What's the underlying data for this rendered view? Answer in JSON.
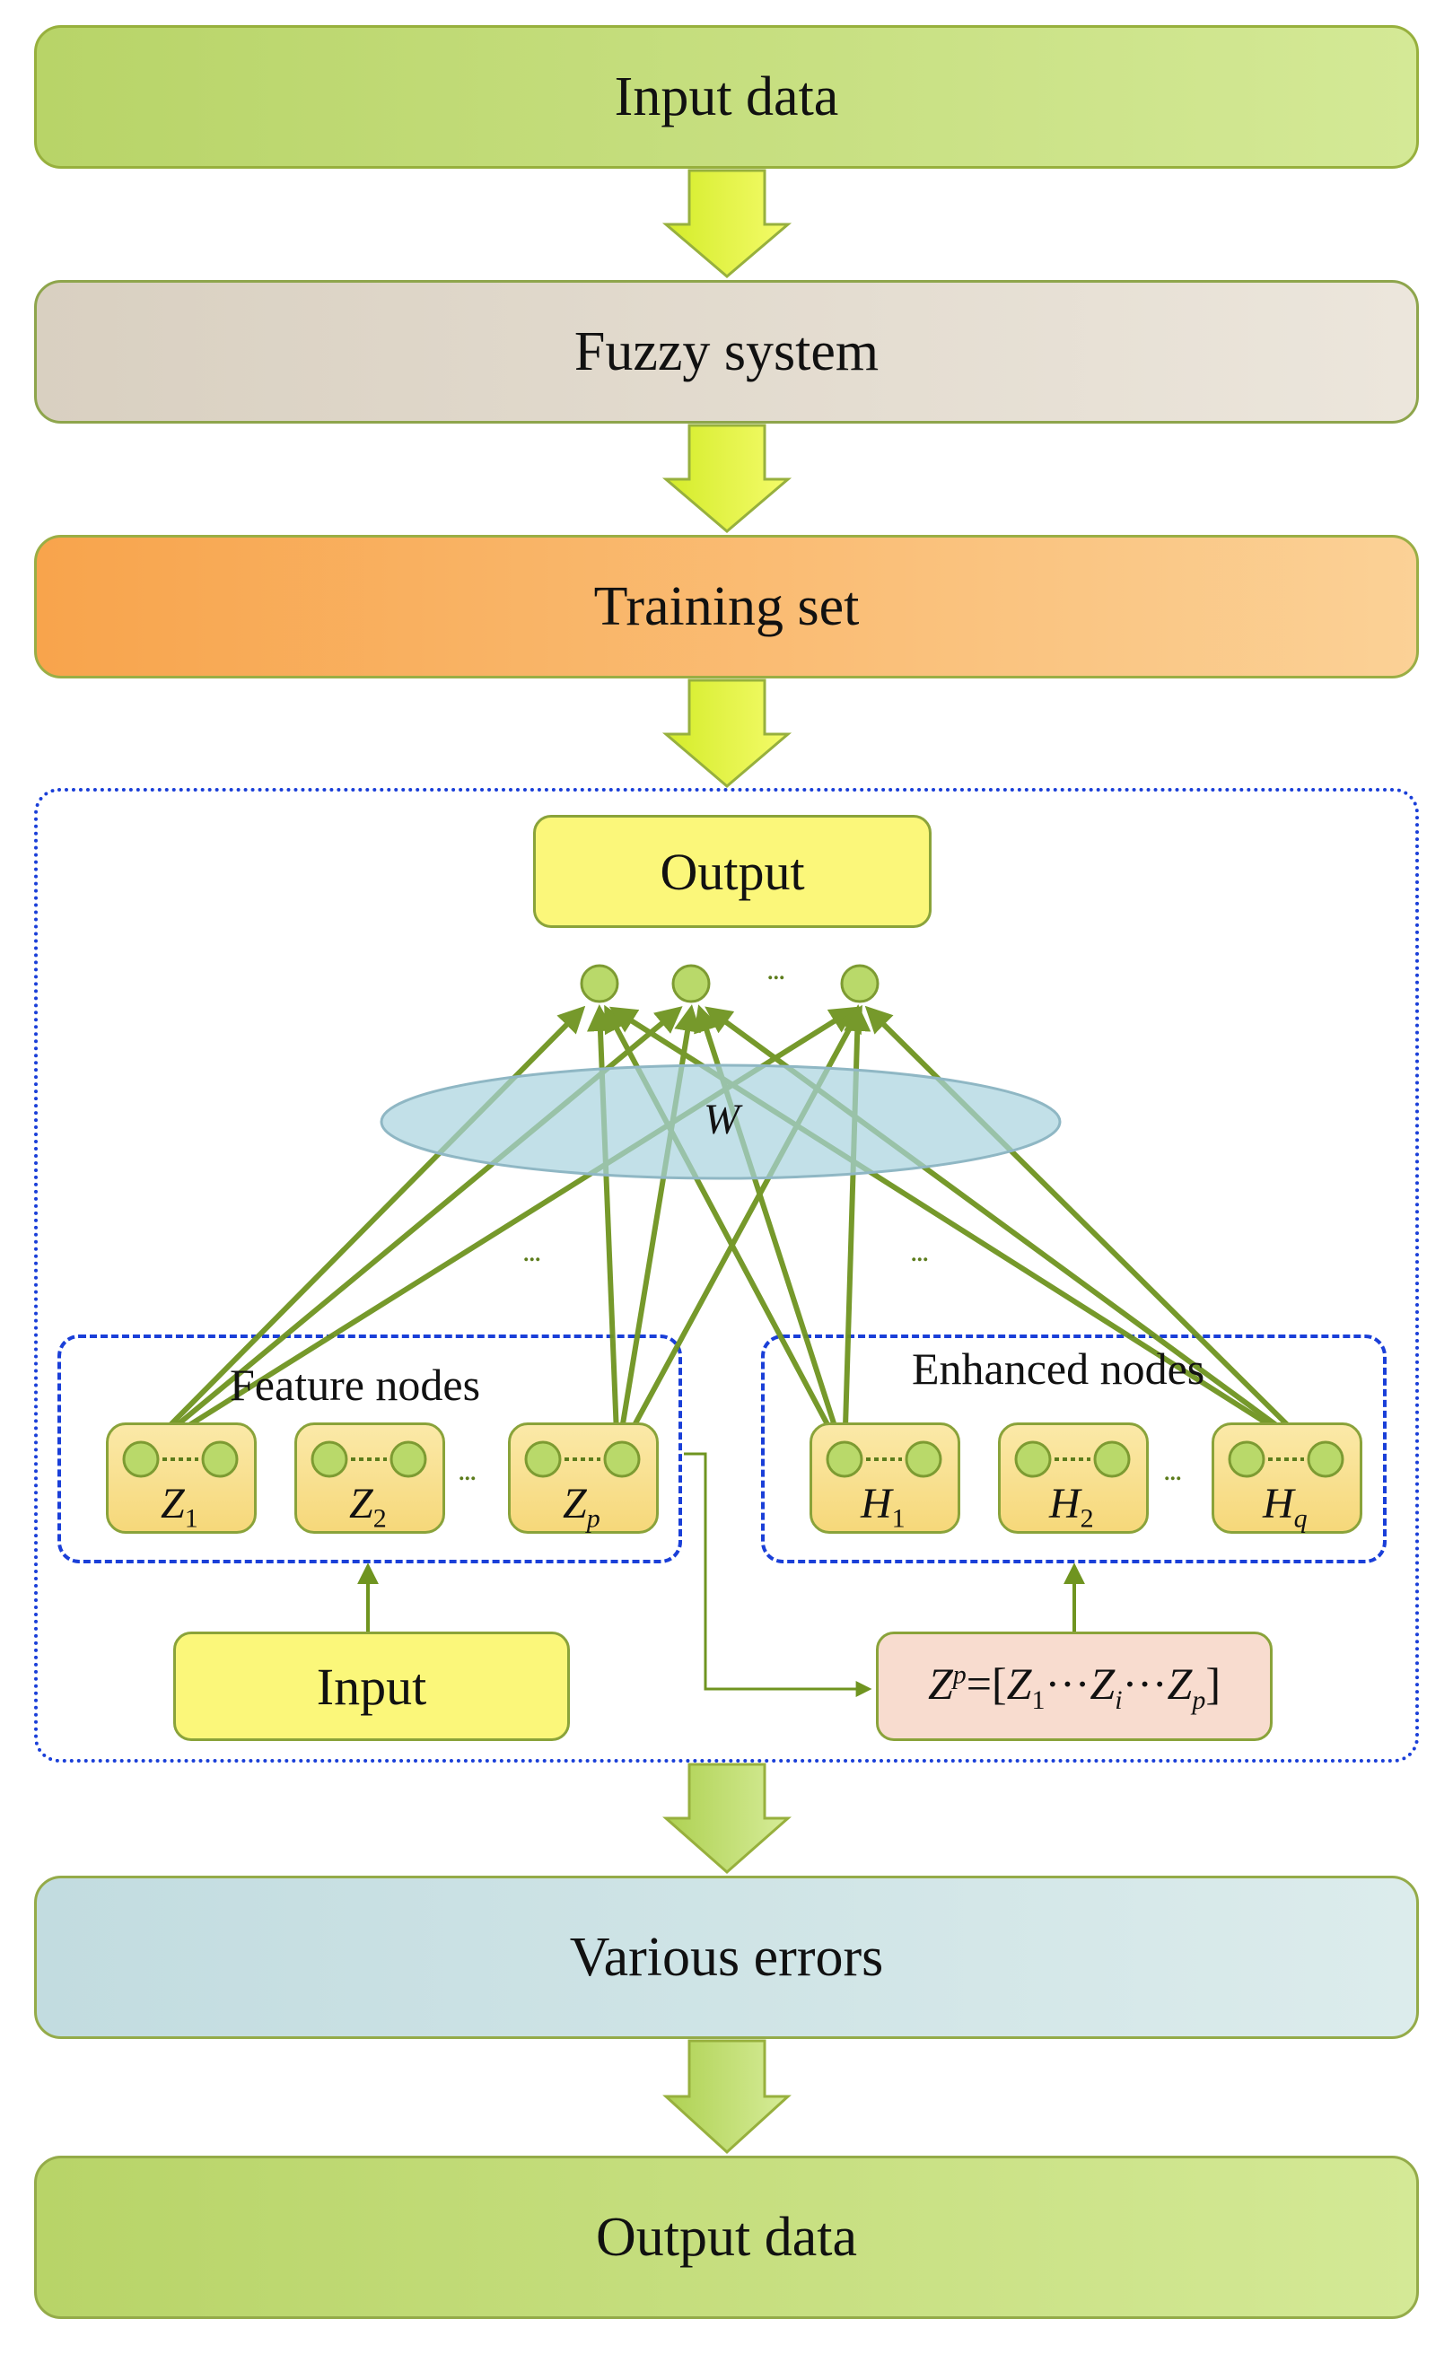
{
  "flow": {
    "input_data": "Input data",
    "fuzzy_system": "Fuzzy system",
    "training_set": "Training set",
    "various_errors": "Various errors",
    "output_data": "Output data"
  },
  "network": {
    "output": "Output",
    "weight": "W",
    "ellipsis": "...",
    "feature_nodes": "Feature nodes",
    "enhanced_nodes": "Enhanced nodes",
    "input": "Input",
    "feature_groups": [
      {
        "base": "Z",
        "sub": "1"
      },
      {
        "base": "Z",
        "sub": "2"
      },
      {
        "base": "Z",
        "sub": "p"
      }
    ],
    "enhanced_groups": [
      {
        "base": "H",
        "sub": "1"
      },
      {
        "base": "H",
        "sub": "2"
      },
      {
        "base": "H",
        "sub": "q"
      }
    ],
    "formula": {
      "lhs": "Z",
      "lhs_sup": "p",
      "eq": "=[",
      "z1": "Z",
      "z1_sub": "1",
      "dots1": "···",
      "zi": "Z",
      "zi_sub": "i",
      "dots2": "···",
      "zp": "Z",
      "zp_sub": "p",
      "close": "]"
    }
  },
  "colors": {
    "green_box": "#c6dc7e",
    "fuzzy_box": "#e3dccf",
    "orange_box": "#f9b262",
    "yellow_box": "#fbf77a",
    "error_box": "#cfe3e6",
    "arrow_yellow": "#e9f53a",
    "arrow_green": "#c4dc6a",
    "line_green": "#6f9420",
    "frame_blue": "#1a3fd8"
  }
}
